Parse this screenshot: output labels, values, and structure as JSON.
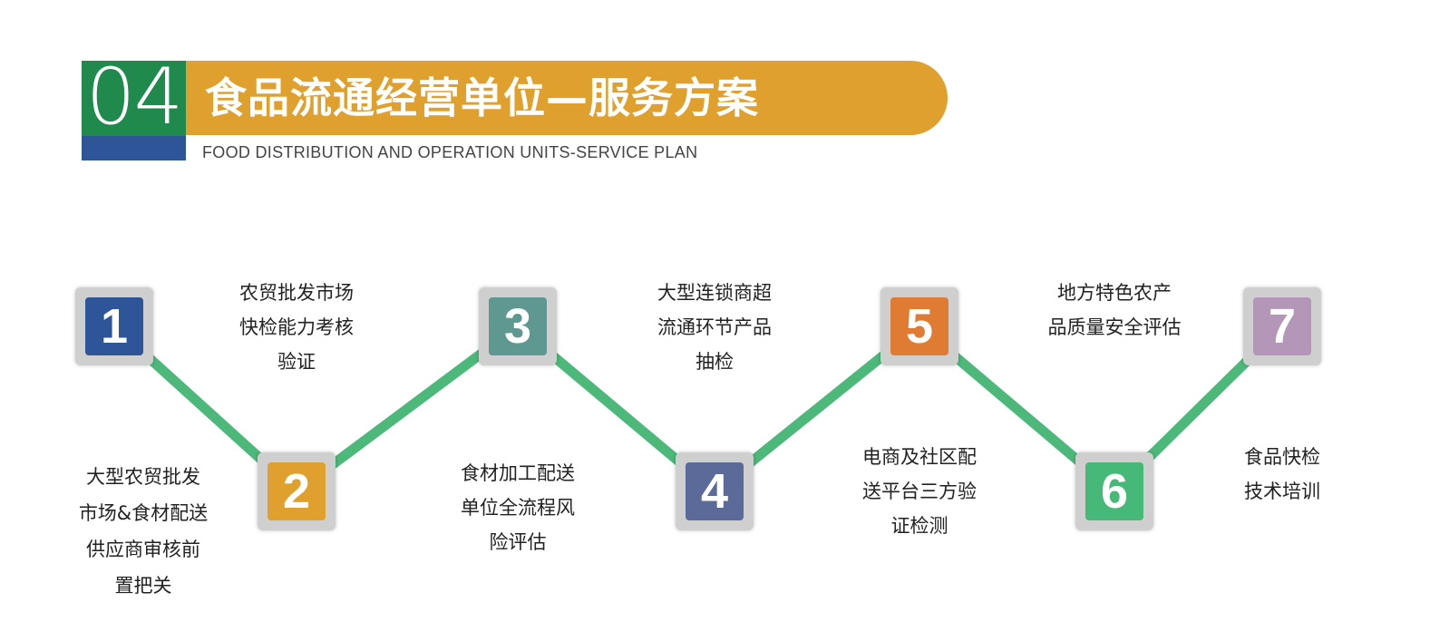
{
  "header": {
    "number": "04",
    "title": "食品流通经营单位—服务方案",
    "subtitle": "FOOD DISTRIBUTION AND OPERATION UNITS-SERVICE PLAN"
  },
  "colors": {
    "green": "#1f8a4c",
    "blue": "#2e5597",
    "orange_bar": "#e0a02e",
    "line": "#4cb87a"
  },
  "steps": [
    {
      "number": "1",
      "color": "#2e5597",
      "lines": [
        "大型农贸批发",
        "市场&食材配送",
        "供应商审核前",
        "置把关"
      ]
    },
    {
      "number": "2",
      "color": "#e0a02e",
      "lines": [
        "农贸批发市场",
        "快检能力考核",
        "验证"
      ]
    },
    {
      "number": "3",
      "color": "#5f9891",
      "lines": [
        "食材加工配送",
        "单位全流程风",
        "险评估"
      ]
    },
    {
      "number": "4",
      "color": "#5c6a9a",
      "lines": [
        "大型连锁商超",
        "流通环节产品",
        "抽检"
      ]
    },
    {
      "number": "5",
      "color": "#e07b34",
      "lines": [
        "电商及社区配",
        "送平台三方验",
        "证检测"
      ]
    },
    {
      "number": "6",
      "color": "#46b877",
      "lines": [
        "地方特色农产",
        "品质量安全评估"
      ]
    },
    {
      "number": "7",
      "color": "#b396b8",
      "lines": [
        "食品快检",
        "技术培训"
      ]
    }
  ]
}
